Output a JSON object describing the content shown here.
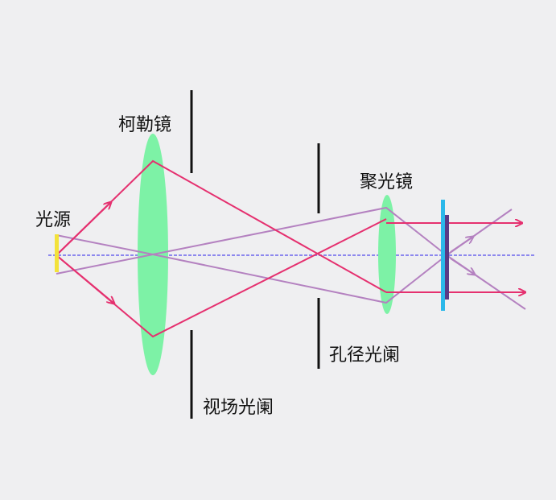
{
  "labels": {
    "light_source": "光源",
    "kohler_lens": "柯勒镜",
    "field_diaphragm": "视场光阑",
    "aperture_diaphragm": "孔径光阑",
    "condenser_lens": "聚光镜"
  },
  "colors": {
    "background": "#efeff1",
    "optical_axis": "#8d88ee",
    "illumination_ray": "#e5306f",
    "imaging_ray": "#b481c0",
    "lens": "#7df2a6",
    "source": "#f3e23a",
    "diaphragm": "#111111",
    "slide": "#2bb8ea",
    "specimen": "#5a3a86"
  }
}
